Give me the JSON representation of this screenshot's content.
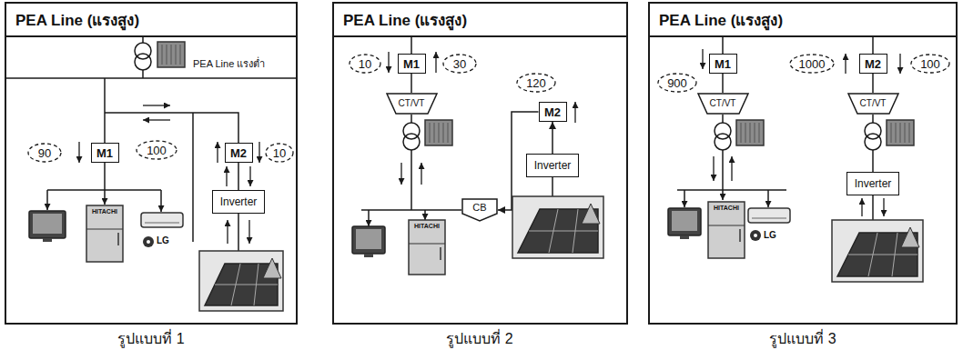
{
  "diagram": {
    "nodes": [
      {
        "text": [
          "PEA Line (แรงสูง)"
        ]
      },
      {
        "text": [
          "90"
        ],
        "in": 0
      },
      {
        "text": [
          "M1"
        ],
        "in": 0
      },
      {
        "text": [
          "100"
        ],
        "in": 0
      },
      {
        "text": [
          "M2"
        ],
        "in": 0
      },
      {
        "text": [
          "10"
        ],
        "in": 0
      },
      {
        "text": [
          "Inverter"
        ],
        "in": 0
      },
      {
        "text": [
          "PEA Line (แรงสูง)"
        ]
      },
      {
        "text": [
          "10"
        ],
        "in": 7
      },
      {
        "text": [
          "M1"
        ],
        "in": 7
      },
      {
        "text": [
          "30"
        ],
        "in": 7
      },
      {
        "text": [
          "120"
        ],
        "in": 7
      },
      {
        "text": [
          "CT/VT"
        ],
        "in": 7
      },
      {
        "text": [
          "M2"
        ],
        "in": 7
      },
      {
        "text": [
          "Inverter"
        ],
        "in": 7
      },
      {
        "text": [
          "CB"
        ],
        "in": 7
      },
      {
        "text": [
          "PEA Line (แรงสูง)"
        ]
      },
      {
        "text": [
          "M1"
        ],
        "in": 16
      },
      {
        "text": [
          "1000"
        ],
        "in": 16
      },
      {
        "text": [
          "M2"
        ],
        "in": 16
      },
      {
        "text": [
          "100"
        ],
        "in": 16
      },
      {
        "text": [
          "900"
        ],
        "in": 16
      },
      {
        "text": [
          "CT/VT"
        ],
        "in": 16
      },
      {
        "text": [
          "CT/VT"
        ],
        "in": 16
      },
      {
        "text": [
          "Inverter"
        ],
        "in": 16
      }
    ],
    "edges": [
      {
        "from": 4,
        "to": 6,
        "arrow": "none"
      },
      {
        "from": 9,
        "to": 12,
        "arrow": "none"
      },
      {
        "from": 14,
        "to": 13,
        "arrow": "to"
      },
      {
        "from": 13,
        "to": 15,
        "arrow": "to"
      },
      {
        "from": 17,
        "to": 22,
        "arrow": "none"
      },
      {
        "from": 19,
        "to": 23,
        "arrow": "none"
      }
    ],
    "labels": [
      "PEA Line แรงต่ำ",
      "HITACHI",
      "LG",
      "HITACHI",
      "HITACHI",
      "LG",
      "รูปแบบที่ 1",
      "รูปแบบที่ 2",
      "รูปแบบที่ 3"
    ]
  }
}
